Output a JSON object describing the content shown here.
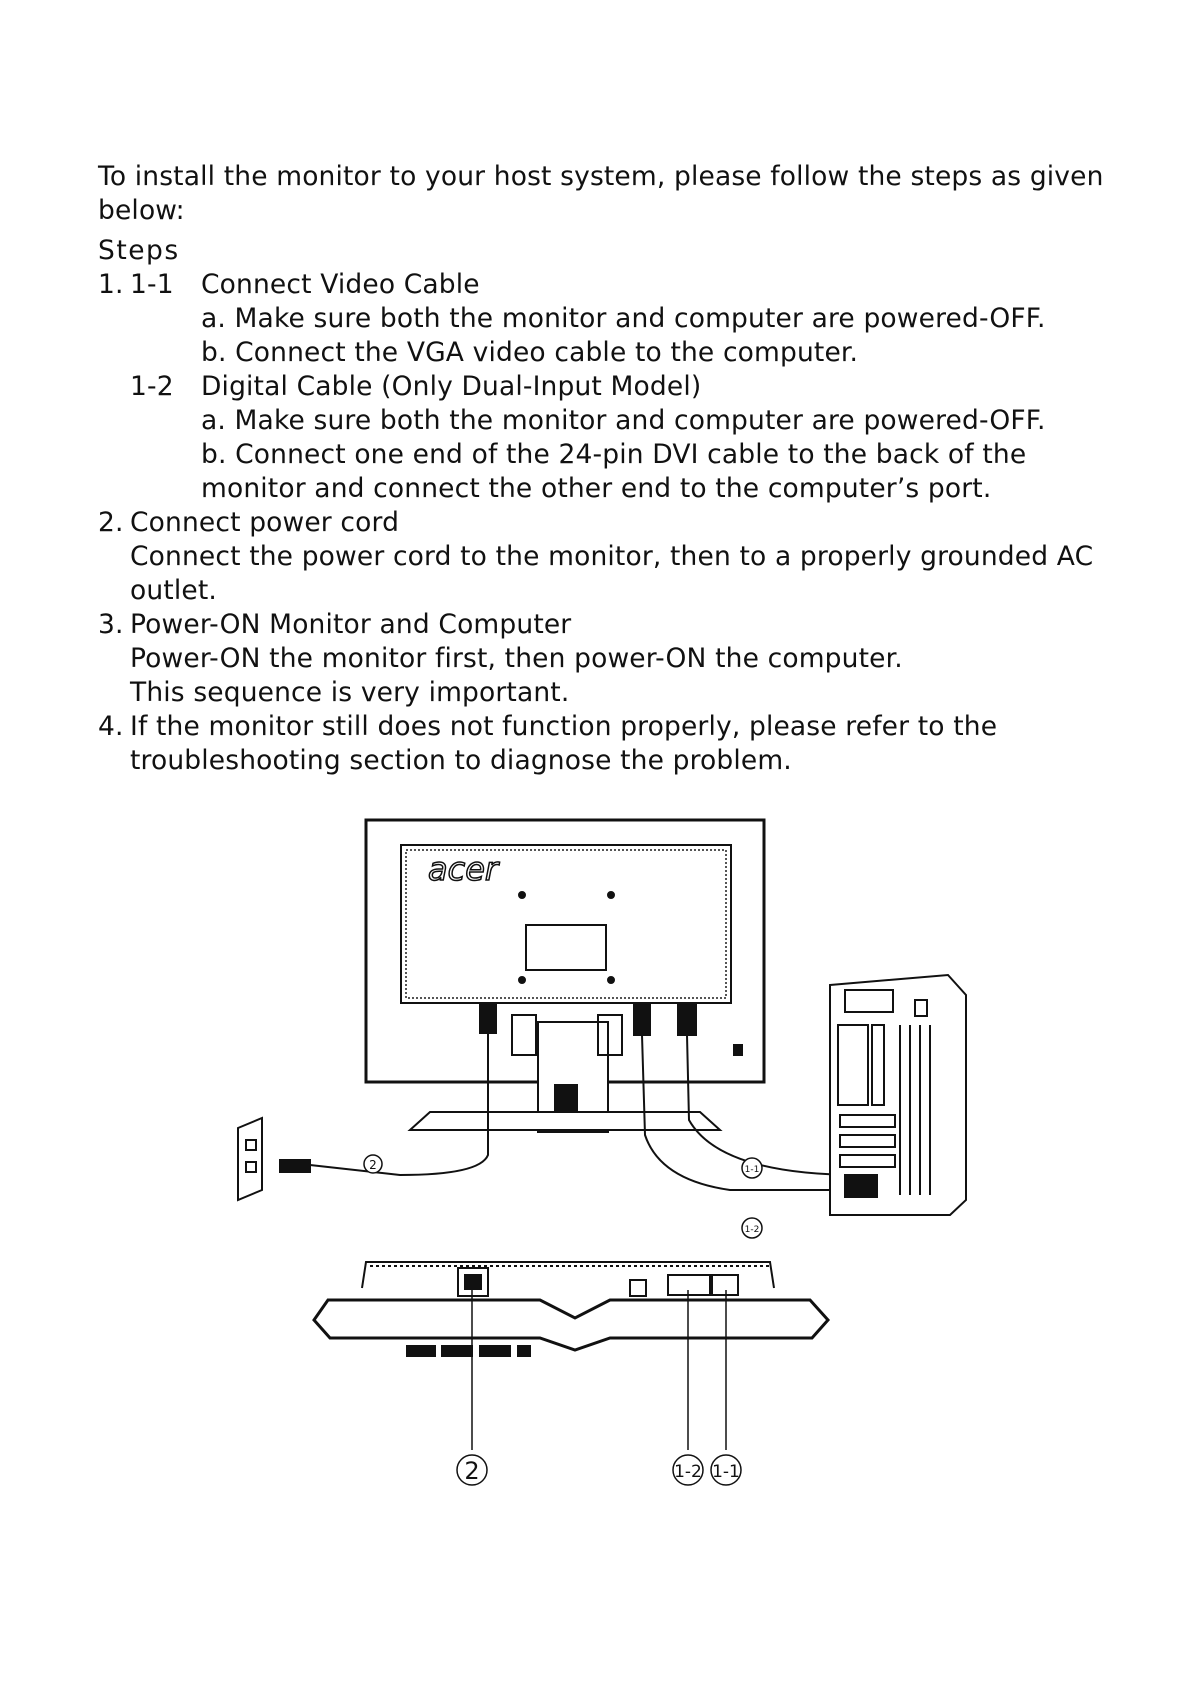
{
  "intro": "To install the monitor to your host system, please follow the steps as given below:",
  "steps_heading": "Steps",
  "steps": {
    "s1": {
      "num": "1.",
      "sub1": {
        "id": "1-1",
        "title": "Connect Video Cable",
        "a": "a. Make sure both the monitor and computer are powered-OFF.",
        "b": "b. Connect the VGA video cable to the computer."
      },
      "sub2": {
        "id": "1-2",
        "title": "Digital Cable (Only Dual-Input Model)",
        "a": "a. Make sure both the monitor and computer are powered-OFF.",
        "b1": "b. Connect one end of the 24-pin DVI cable to the back of the",
        "b2": "monitor and connect the other end to the computer’s port."
      }
    },
    "s2": {
      "num": "2.",
      "title": "Connect power cord",
      "d1": "Connect the power cord to the monitor, then to a properly grounded AC",
      "d2": "outlet."
    },
    "s3": {
      "num": "3.",
      "title": "Power-ON Monitor and Computer",
      "d1": "Power-ON the monitor first, then power-ON the computer.",
      "d2": "This sequence is very important."
    },
    "s4": {
      "num": "4.",
      "d1": "If the monitor still does not function properly, please refer to the",
      "d2": "troubleshooting section to diagnose the problem."
    }
  },
  "figure": {
    "brand_logo": "acer",
    "callouts": {
      "power": "2",
      "vga": "1-1",
      "dvi": "1-2"
    }
  }
}
